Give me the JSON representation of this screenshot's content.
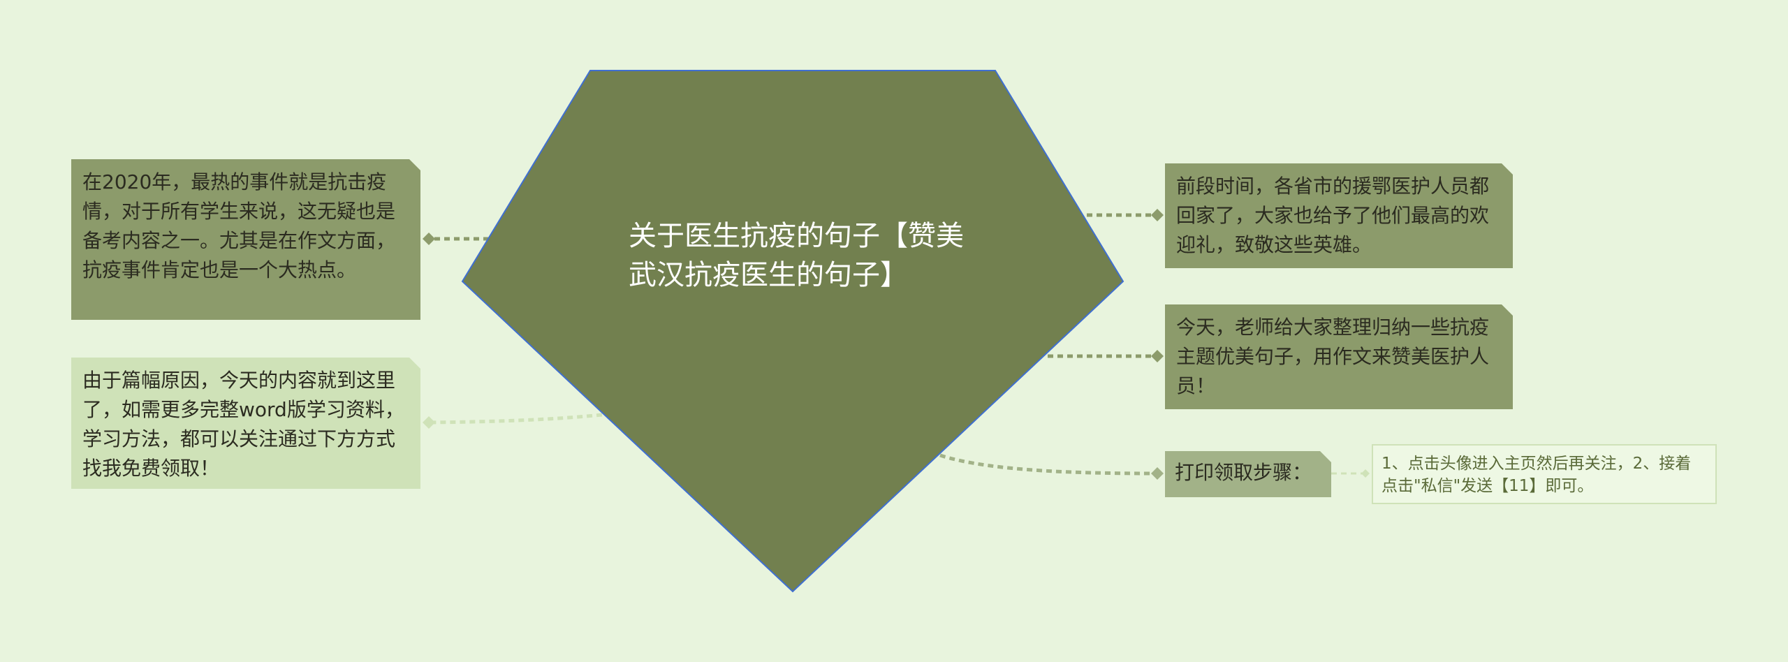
{
  "colors": {
    "background": "#e8f4dd",
    "central_fill": "#72804f",
    "central_border": "#3f6fd0",
    "node_dark": "#8c9b6b",
    "node_light": "#cfe2b8",
    "connector_dark": "#8c9b6b",
    "connector_light": "#cfe2b8"
  },
  "central": {
    "shape": "pentagon",
    "title": "关于医生抗疫的句子【赞美武汉抗疫医生的句子】"
  },
  "left_nodes": [
    {
      "text": "在2020年，最热的事件就是抗击疫情，对于所有学生来说，这无疑也是备考内容之一。尤其是在作文方面，抗疫事件肯定也是一个大热点。"
    },
    {
      "text": "由于篇幅原因，今天的内容就到这里了，如需更多完整word版学习资料，学习方法，都可以关注通过下方方式找我免费领取！"
    }
  ],
  "right_nodes": [
    {
      "text": "前段时间，各省市的援鄂医护人员都回家了，大家也给予了他们最高的欢迎礼，致敬这些英雄。"
    },
    {
      "text": "今天，老师给大家整理归纳一些抗疫主题优美句子，用作文来赞美医护人员！"
    },
    {
      "text": "打印领取步骤："
    }
  ],
  "sub_note": {
    "text": "1、点击头像进入主页然后再关注，2、接着点击\"私信\"发送【11】即可。"
  }
}
